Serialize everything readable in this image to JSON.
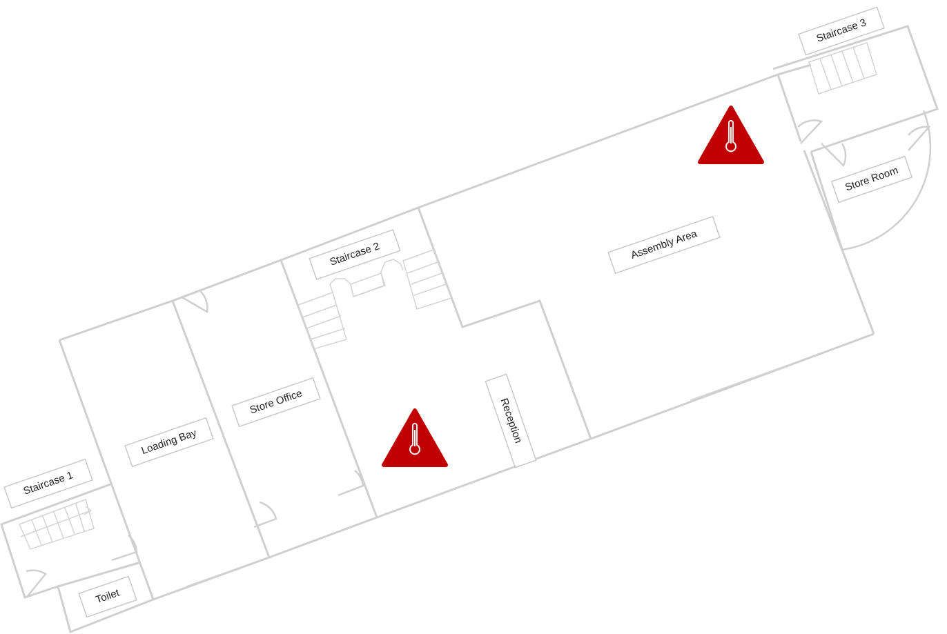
{
  "rooms": {
    "staircase_1": "Staircase 1",
    "staircase_2": "Staircase 2",
    "staircase_3": "Staircase 3",
    "loading_bay": "Loading Bay",
    "store_office": "Store Office",
    "assembly_area": "Assembly Area",
    "reception": "Reception",
    "store_room": "Store Room",
    "toilet": "Toilet"
  },
  "hazards": [
    {
      "type": "temperature",
      "icon": "thermometer-warning-icon",
      "color": "#c00000"
    },
    {
      "type": "temperature",
      "icon": "thermometer-warning-icon",
      "color": "#c00000"
    }
  ],
  "colors": {
    "walls": "#cfcfcf",
    "hazard": "#c00000"
  }
}
